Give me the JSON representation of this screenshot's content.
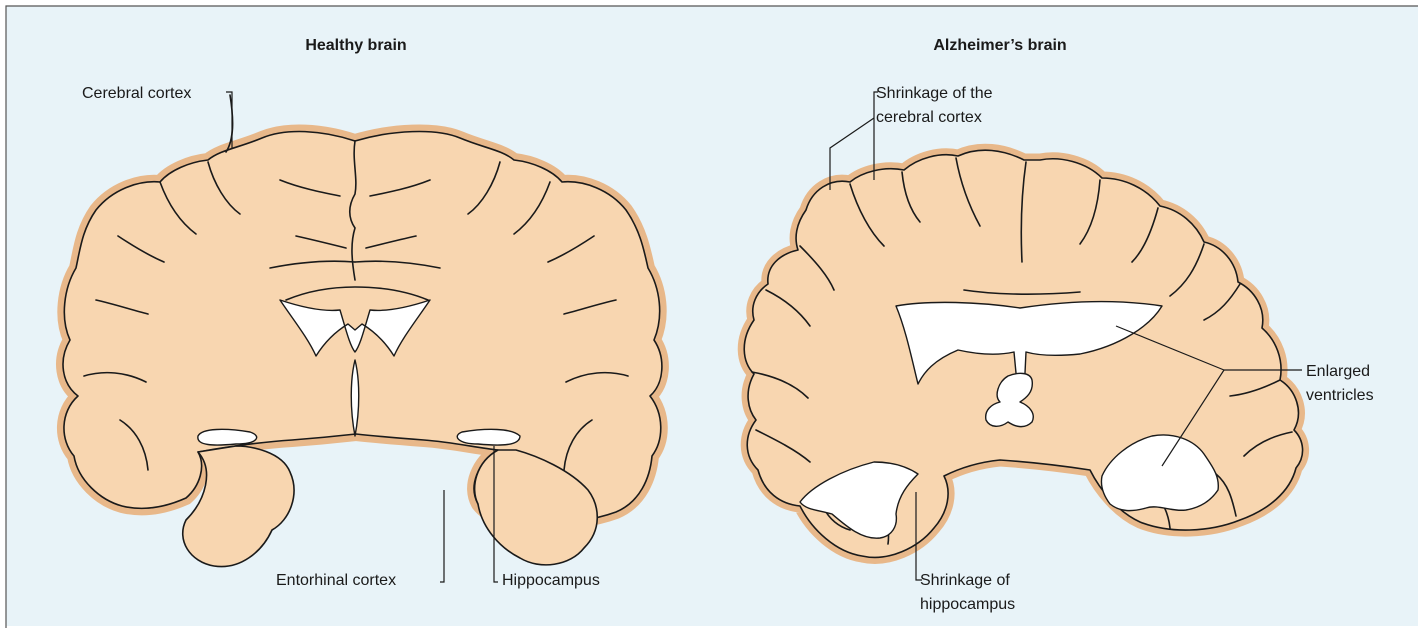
{
  "colors": {
    "background": "#e8f3f8",
    "frame": "#555555",
    "brain_fill": "#f8d6b0",
    "cortex_rim": "#e8b88a",
    "outline": "#1a1a1a",
    "ventricle": "#ffffff"
  },
  "panels": {
    "healthy": {
      "title": "Healthy brain",
      "labels": {
        "cerebral_cortex": "Cerebral cortex",
        "entorhinal_cortex": "Entorhinal cortex",
        "hippocampus": "Hippocampus"
      }
    },
    "alzheimers": {
      "title": "Alzheimer’s brain",
      "labels": {
        "cortex_shrinkage_line1": "Shrinkage of the",
        "cortex_shrinkage_line2": "cerebral cortex",
        "ventricles_line1": "Enlarged",
        "ventricles_line2": "ventricles",
        "hippocampus_shrinkage_line1": "Shrinkage of",
        "hippocampus_shrinkage_line2": "hippocampus"
      }
    }
  }
}
